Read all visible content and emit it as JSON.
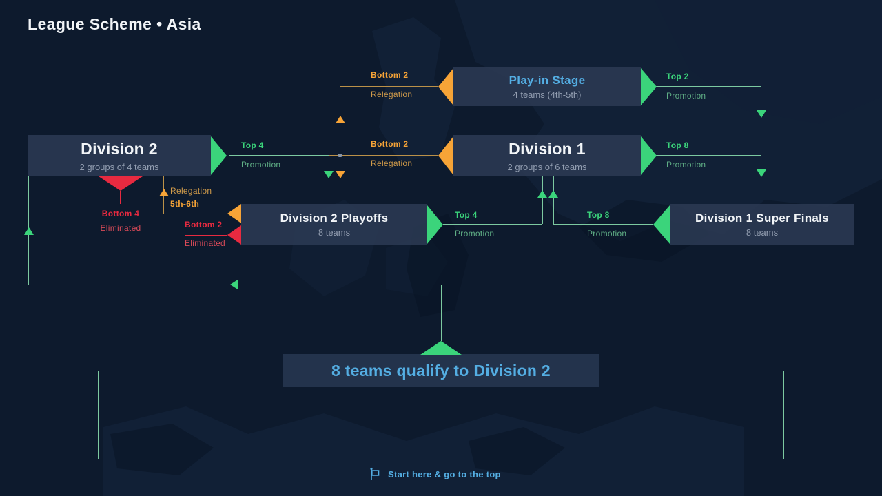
{
  "title": "League Scheme • Asia",
  "colors": {
    "background": "#0d1a2d",
    "map": "#16273f",
    "accent_green": "#3bd47b",
    "accent_orange": "#f7a437",
    "accent_red": "#e72a40",
    "accent_cyan": "#54aee3",
    "text_white": "#f2f5f8",
    "text_gray": "#939eb1"
  },
  "boxes": {
    "playin": {
      "title": "Play-in Stage",
      "subtitle": "4 teams (4th-5th)"
    },
    "division1": {
      "title": "Division 1",
      "subtitle": "2 groups of 6 teams"
    },
    "division2": {
      "title": "Division 2",
      "subtitle": "2 groups of 4 teams"
    },
    "playoffs": {
      "title": "Division 2 Playoffs",
      "subtitle": "8 teams"
    },
    "superfinals": {
      "title": "Division 1 Super Finals",
      "subtitle": "8 teams"
    },
    "qualify": {
      "title": "8 teams qualify to Division 2"
    }
  },
  "flows": {
    "playin_top2": {
      "rank": "Top 2",
      "action": "Promotion"
    },
    "playin_bottom2": {
      "rank": "Bottom 2",
      "action": "Relegation"
    },
    "div1_top8": {
      "rank": "Top 8",
      "action": "Promotion"
    },
    "div1_bottom2": {
      "rank": "Bottom 2",
      "action": "Relegation"
    },
    "div2_top4": {
      "rank": "Top 4",
      "action": "Promotion"
    },
    "div2_bottom4": {
      "rank": "Bottom 4",
      "action": "Eliminated"
    },
    "playoffs_top4": {
      "rank": "Top 4",
      "action": "Promotion"
    },
    "playoffs_releg": {
      "action": "Relegation",
      "rank": "5th-6th"
    },
    "playoffs_bottom2": {
      "rank": "Bottom 2",
      "action": "Eliminated"
    },
    "superfinals_top8": {
      "rank": "Top 8",
      "action": "Promotion"
    }
  },
  "footer": {
    "start_label": "Start here & go to the top"
  }
}
